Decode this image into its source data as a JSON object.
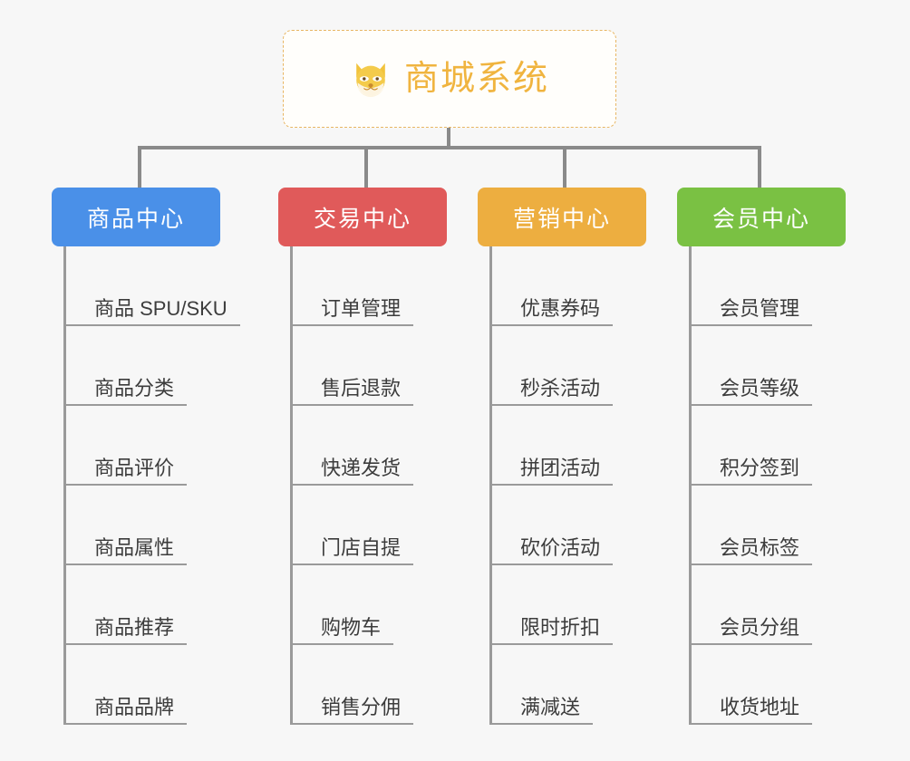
{
  "diagram": {
    "background_color": "#f7f7f7",
    "line_color": "#8a8a8a",
    "root": {
      "title": "商城系统",
      "icon": "shiba-dog-face",
      "text_color": "#f0b43f",
      "border_color": "#e8b663"
    },
    "branches": [
      {
        "label": "商品中心",
        "color": "#4a90e8",
        "items": [
          "商品 SPU/SKU",
          "商品分类",
          "商品评价",
          "商品属性",
          "商品推荐",
          "商品品牌"
        ]
      },
      {
        "label": "交易中心",
        "color": "#e05a5a",
        "items": [
          "订单管理",
          "售后退款",
          "快递发货",
          "门店自提",
          "购物车",
          "销售分佣"
        ]
      },
      {
        "label": "营销中心",
        "color": "#edae40",
        "items": [
          "优惠券码",
          "秒杀活动",
          "拼团活动",
          "砍价活动",
          "限时折扣",
          "满减送"
        ]
      },
      {
        "label": "会员中心",
        "color": "#7ac143",
        "items": [
          "会员管理",
          "会员等级",
          "积分签到",
          "会员标签",
          "会员分组",
          "收货地址"
        ]
      }
    ]
  }
}
